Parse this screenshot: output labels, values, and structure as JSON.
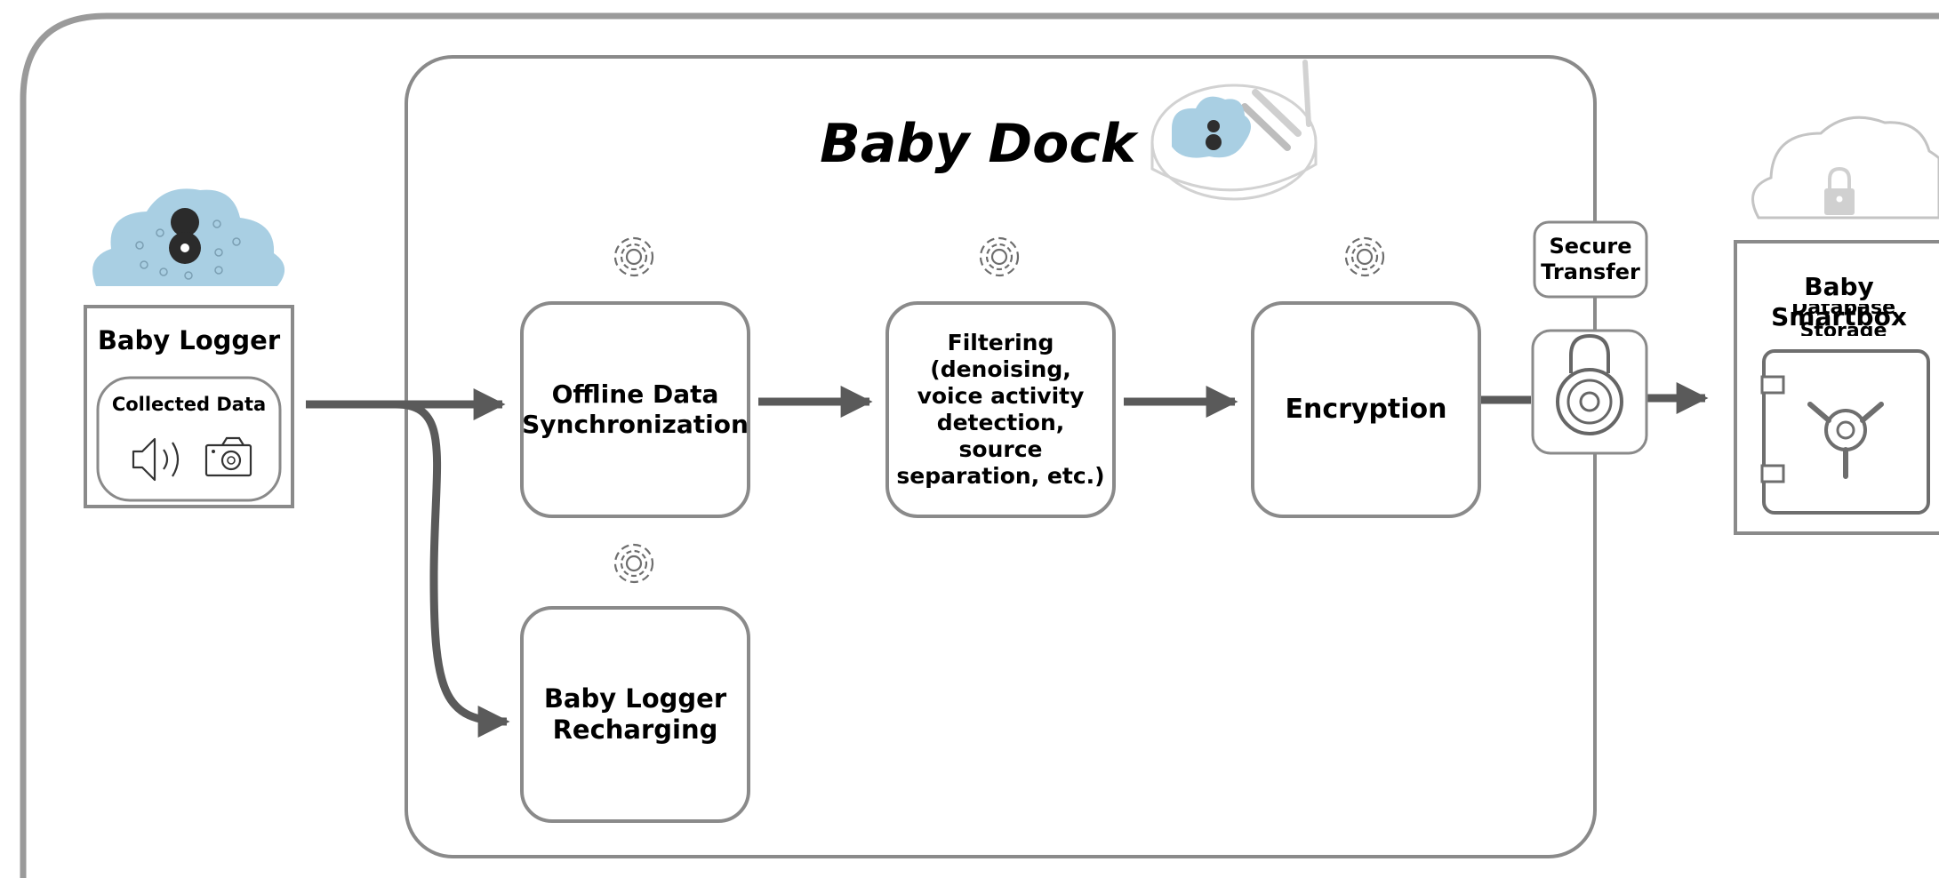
{
  "dock": {
    "title": "Baby Dock",
    "steps": {
      "sync": "Offline Data\nSynchronization",
      "filter": "Filtering\n(denoising,\nvoice activity\ndetection,\nsource\nseparation, etc.)",
      "encryption": "Encryption",
      "recharge": "Baby Logger\nRecharging"
    }
  },
  "logger": {
    "title": "Baby Logger",
    "inner_title": "Collected Data"
  },
  "transfer": {
    "label": "Secure\nTransfer"
  },
  "smartbox": {
    "title": "Baby Smartbox",
    "subtitle": "Database Storage"
  },
  "icons": {
    "gear": "gear-icon",
    "cloud": "cloud-icon",
    "lock": "padlock-icon",
    "speaker": "speaker-icon",
    "camera": "camera-icon",
    "safe": "safe-icon",
    "dock_device": "dock-device-icon"
  },
  "colors": {
    "outline": "#8a8a8a",
    "arrow": "#5a5a5a",
    "cloud_blue": "#a9cfe3",
    "text": "#000000"
  }
}
